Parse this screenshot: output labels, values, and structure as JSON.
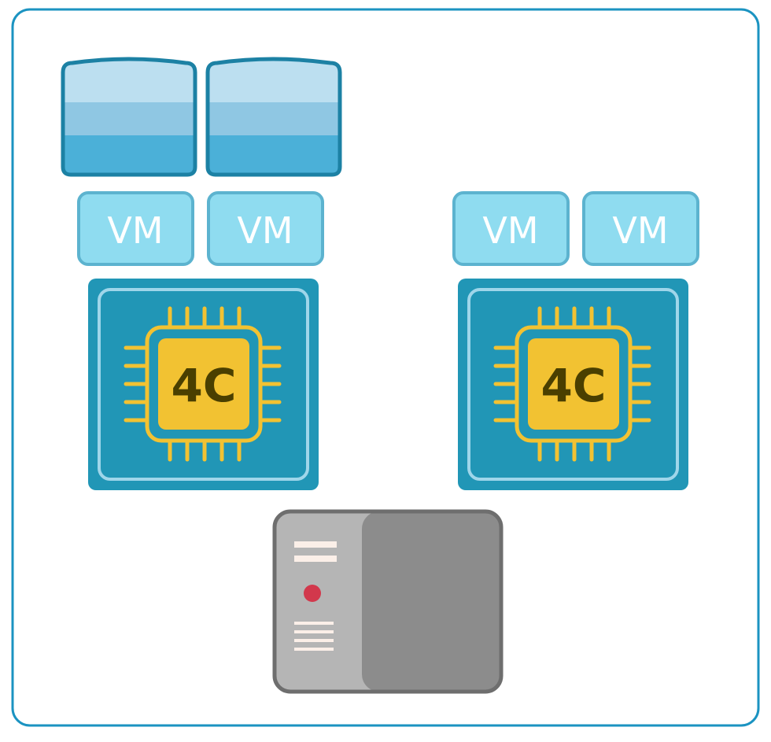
{
  "vms": [
    {
      "label": "VM"
    },
    {
      "label": "VM"
    },
    {
      "label": "VM"
    },
    {
      "label": "VM"
    }
  ],
  "cpus": [
    {
      "label": "4C"
    },
    {
      "label": "4C"
    }
  ],
  "colors": {
    "frame_border": "#1b93c1",
    "monitor_border": "#1c81a4",
    "monitor_top": "#bcdff0",
    "monitor_mid": "#8fc7e3",
    "monitor_bottom": "#4bb0d8",
    "vm_fill": "#8fdcf0",
    "vm_border": "#5cb3cf",
    "cpu_board": "#2196b6",
    "cpu_board_inner": "#9fd6ea",
    "chip_border": "#f2c232",
    "chip_fill": "#f2c232",
    "server_light": "#b5b5b5",
    "server_dark": "#8c8c8c",
    "server_border": "#6e6e6e",
    "server_led": "#d2384c",
    "server_lines": "#fbefe8"
  }
}
